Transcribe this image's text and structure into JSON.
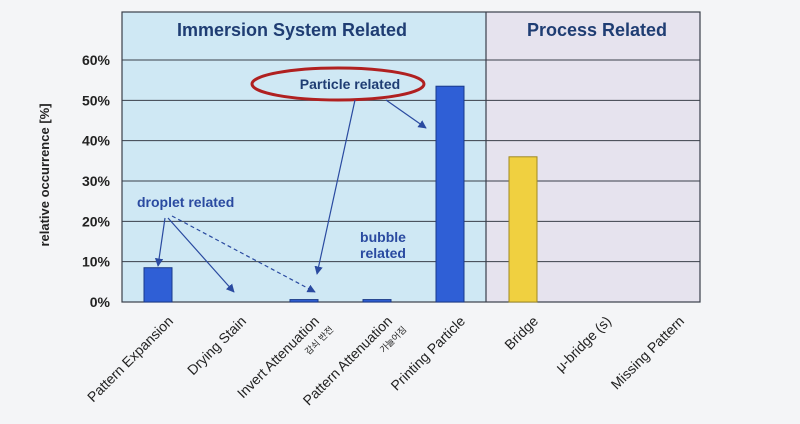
{
  "chart_data": {
    "type": "bar",
    "categories": [
      "Pattern Expansion",
      "Drying Stain",
      "Invert Attenuation",
      "Pattern Attenuation",
      "Printing Particle",
      "Bridge",
      "μ-bridge (s)",
      "Missing Pattern"
    ],
    "category_sublabels": [
      "",
      "",
      "감쇠 반전",
      "가늘어짐",
      "",
      "",
      "",
      ""
    ],
    "values": [
      8.5,
      0,
      0.6,
      0.6,
      53.5,
      36,
      0,
      0
    ],
    "bar_colors": [
      "#2f5fd6",
      "#2f5fd6",
      "#2f5fd6",
      "#2f5fd6",
      "#2f5fd6",
      "#f0d040",
      "#f0d040",
      "#f0d040"
    ],
    "groups": [
      {
        "label": "Immersion System Related",
        "categories": [
          0,
          1,
          2,
          3,
          4
        ],
        "background": "#cfe8f4"
      },
      {
        "label": "Process Related",
        "categories": [
          5,
          6,
          7
        ],
        "background": "#e6e3ee"
      }
    ],
    "ylabel": "relative occurrence [%]",
    "ylim": [
      0,
      60
    ],
    "yticks": [
      "0%",
      "10%",
      "20%",
      "30%",
      "40%",
      "50%",
      "60%"
    ],
    "grid": true,
    "annotations": {
      "droplet": "droplet related",
      "particle": "Particle related",
      "bubble_line1": "bubble",
      "bubble_line2": "related"
    }
  }
}
